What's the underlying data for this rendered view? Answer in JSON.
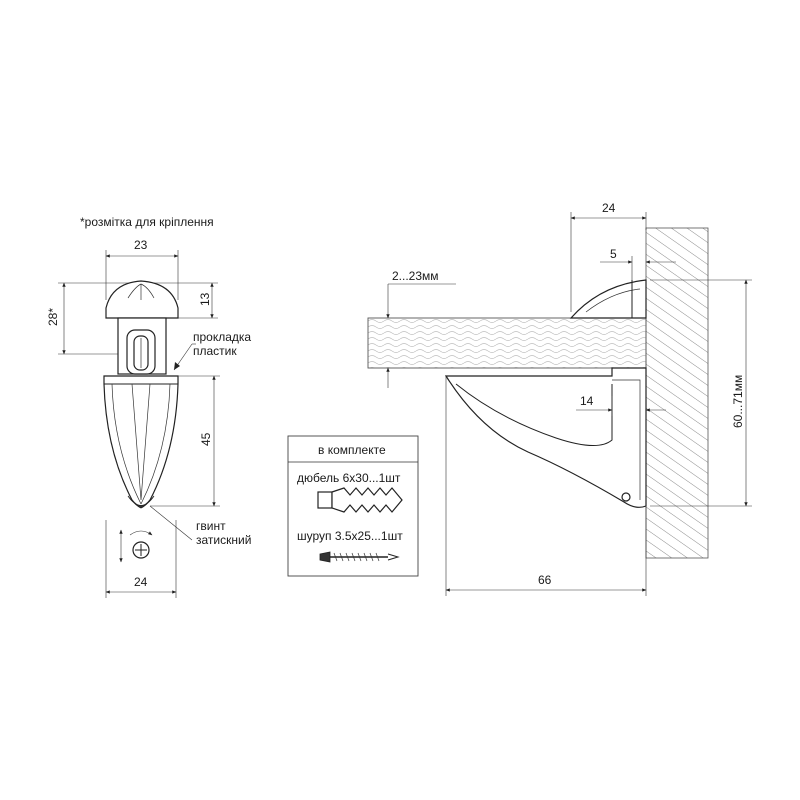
{
  "front_view": {
    "marking_note": "*розмітка для кріплення",
    "dim_width_top": "23",
    "dim_cap_height": "13",
    "dim_marking": "28*",
    "dim_body_height": "45",
    "dim_width_bottom": "24",
    "label_gasket_line1": "прокладка",
    "label_gasket_line2": "пластик",
    "label_screw_line1": "гвинт",
    "label_screw_line2": "затискний"
  },
  "side_view": {
    "dim_top": "24",
    "dim_lip": "5",
    "dim_thickness": "2...23мм",
    "dim_back": "14",
    "dim_height": "60...71мм",
    "dim_depth": "66"
  },
  "kit_box": {
    "title": "в комплекте",
    "item_dowel": "дюбель 6x30...1шт",
    "item_screw": "шуруп 3.5x25...1шт"
  },
  "colors": {
    "line": "#222222",
    "hatch": "#9a9a9a",
    "background": "#ffffff"
  }
}
